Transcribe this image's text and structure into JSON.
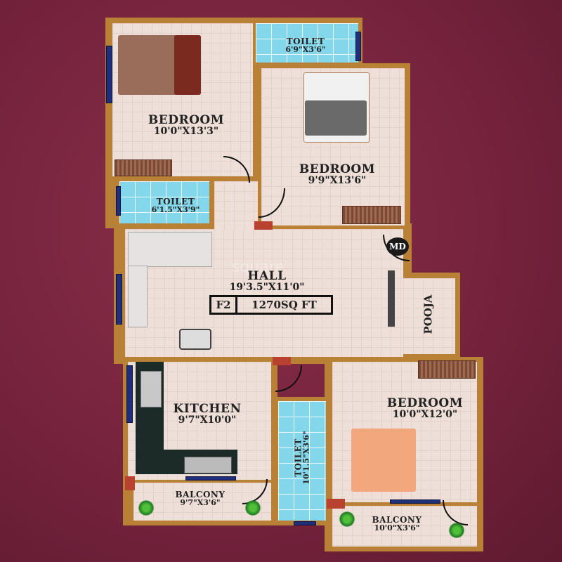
{
  "plan": {
    "watermark": "square",
    "rooms": {
      "bedroom1": {
        "name": "BEDROOM",
        "dim": "10'0\"X13'3\""
      },
      "toilet1": {
        "name": "TOILET",
        "dim": "6'9\"X3'6\""
      },
      "bedroom2": {
        "name": "BEDROOM",
        "dim": "9'9\"X13'6\""
      },
      "toilet2": {
        "name": "TOILET",
        "dim": "6'1.5\"X3'9\""
      },
      "hall": {
        "name": "HALL",
        "dim": "19'3.5\"X11'0\""
      },
      "pooja": {
        "name": "POOJA"
      },
      "kitchen": {
        "name": "KITCHEN",
        "dim": "9'7\"X10'0\""
      },
      "balcony1": {
        "name": "BALCONY",
        "dim": "9'7\"X3'6\""
      },
      "toilet3": {
        "name": "TOILET",
        "dim": "10'1.5\"X3'6\""
      },
      "bedroom3": {
        "name": "BEDROOM",
        "dim": "10'0\"X12'0\""
      },
      "balcony2": {
        "name": "BALCONY",
        "dim": "10'0\"X3'6\""
      }
    },
    "main_door": "MD",
    "flat_id": "F2",
    "area": "1270SQ FT"
  },
  "colors": {
    "wall": "#b98136",
    "floor": "#eedfd9",
    "tile": "#84d6ea",
    "background": "#74223c",
    "window": "#1f2f7a"
  }
}
